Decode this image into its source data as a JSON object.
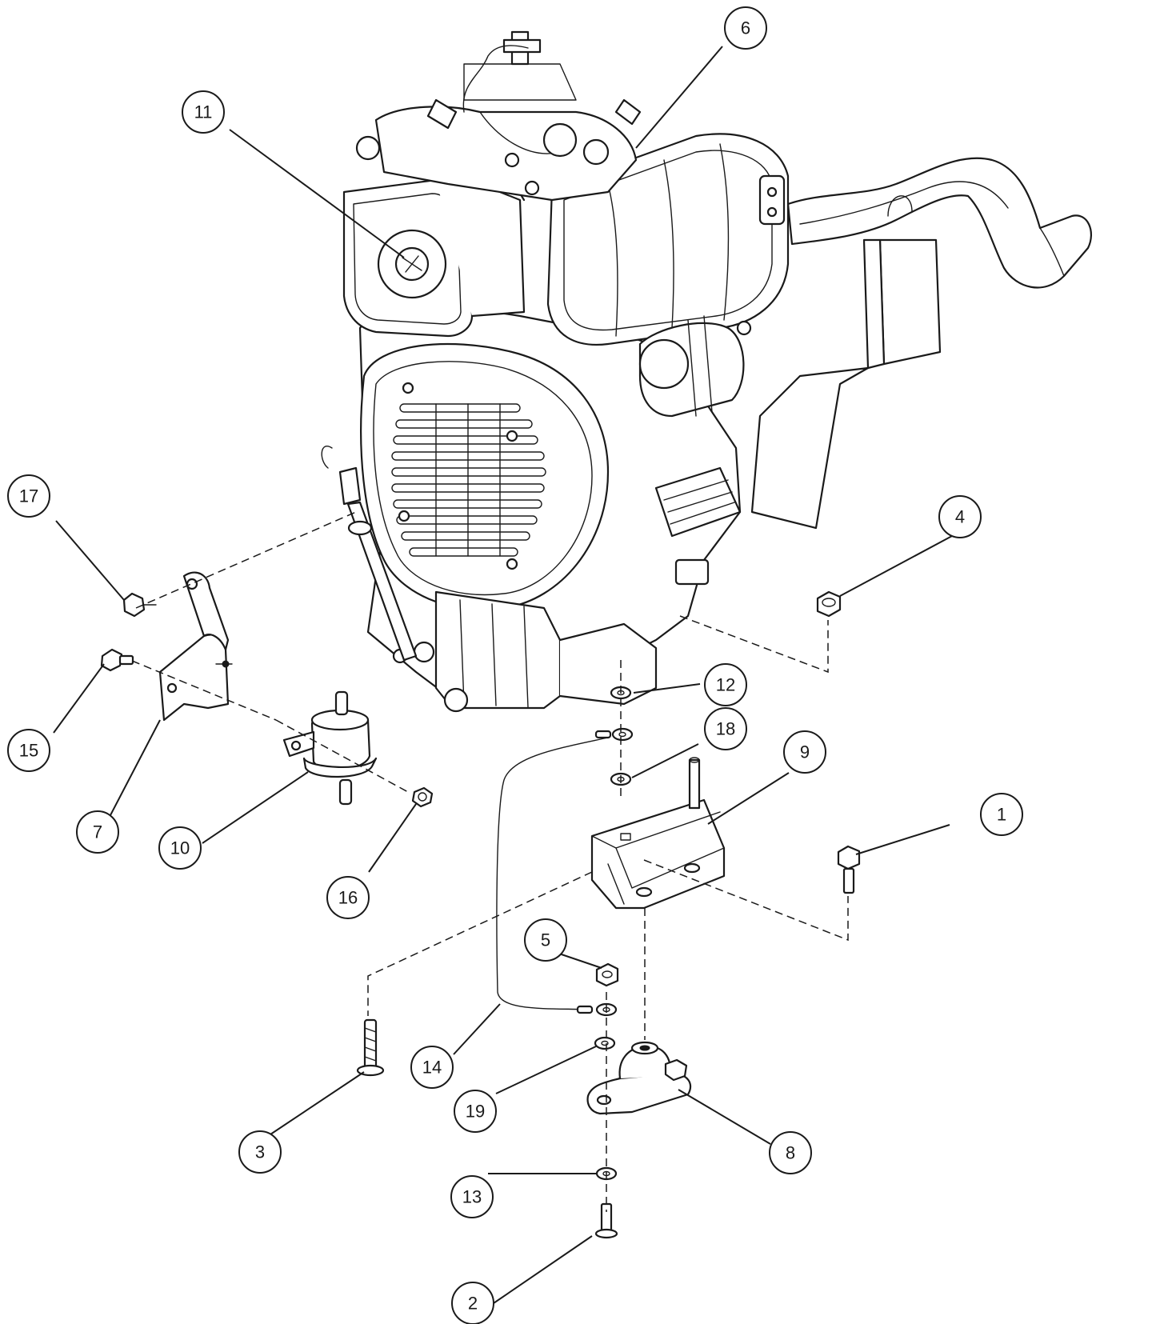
{
  "callouts": [
    {
      "id": "1",
      "label": "1"
    },
    {
      "id": "2",
      "label": "2"
    },
    {
      "id": "3",
      "label": "3"
    },
    {
      "id": "4",
      "label": "4"
    },
    {
      "id": "5",
      "label": "5"
    },
    {
      "id": "6",
      "label": "6"
    },
    {
      "id": "7",
      "label": "7"
    },
    {
      "id": "8",
      "label": "8"
    },
    {
      "id": "9",
      "label": "9"
    },
    {
      "id": "10",
      "label": "10"
    },
    {
      "id": "11",
      "label": "11"
    },
    {
      "id": "12",
      "label": "12"
    },
    {
      "id": "13",
      "label": "13"
    },
    {
      "id": "14",
      "label": "14"
    },
    {
      "id": "15",
      "label": "15"
    },
    {
      "id": "16",
      "label": "16"
    },
    {
      "id": "17",
      "label": "17"
    },
    {
      "id": "18",
      "label": "18"
    },
    {
      "id": "19",
      "label": "19"
    }
  ],
  "colors": {
    "ink": "#1a1a1a",
    "paper": "#ffffff"
  }
}
